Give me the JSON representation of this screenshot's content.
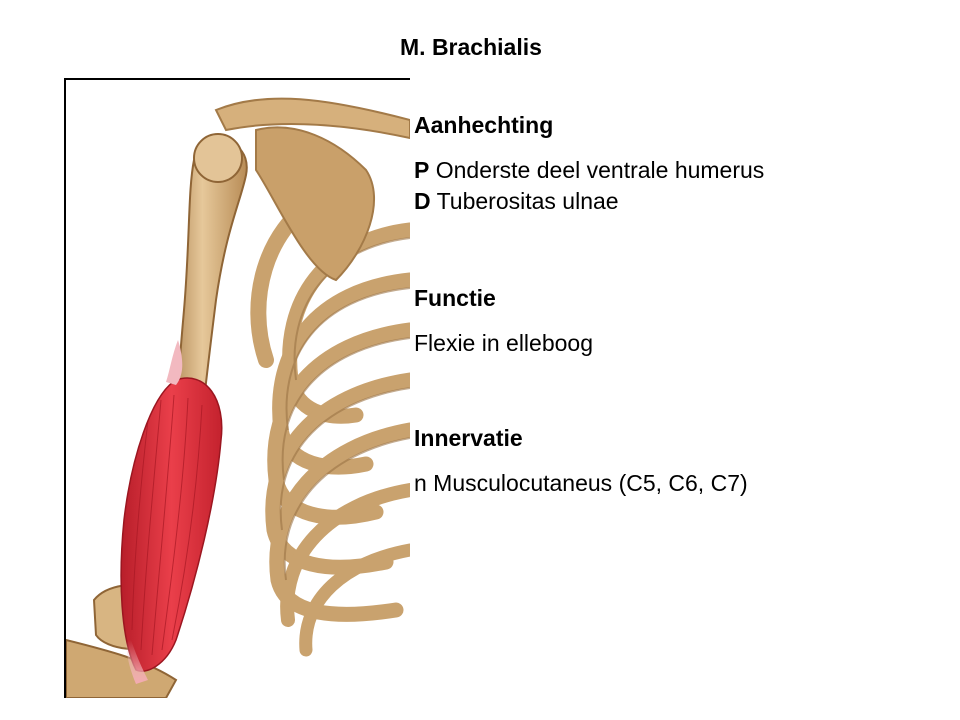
{
  "slide": {
    "title": "M. Brachialis",
    "sections": {
      "attachment": {
        "heading": "Aanhechting",
        "proximal_prefix": "P",
        "proximal_text": "Onderste deel ventrale humerus",
        "distal_prefix": "D",
        "distal_text": "Tuberositas ulnae"
      },
      "function": {
        "heading": "Functie",
        "text": "Flexie in elleboog"
      },
      "innervation": {
        "heading": "Innervatie",
        "text": "n Musculocutaneus (C5, C6, C7)"
      }
    },
    "colors": {
      "bone": "#d9b684",
      "bone_shadow": "#a97f4c",
      "muscle": "#e0303c",
      "muscle_highlight": "#f7c7cc"
    }
  }
}
